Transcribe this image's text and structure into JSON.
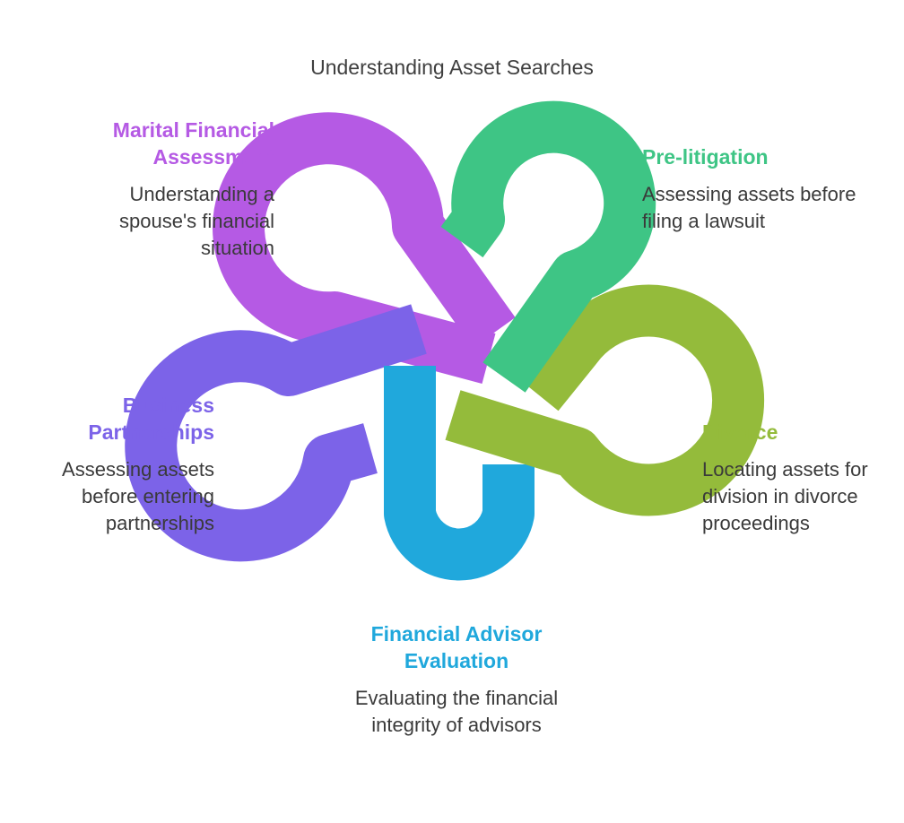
{
  "title": "Understanding Asset Searches",
  "items": [
    {
      "key": "marital",
      "heading": "Marital Financial Assessment",
      "description": "Understanding a spouse's financial situation",
      "color": "#b55ae4"
    },
    {
      "key": "prelit",
      "heading": "Pre-litigation",
      "description": "Assessing assets before filing a lawsuit",
      "color": "#3ec585"
    },
    {
      "key": "divorce",
      "heading": "Divorce",
      "description": "Locating assets for division in divorce proceedings",
      "color": "#94bb3b"
    },
    {
      "key": "advisor",
      "heading": "Financial Advisor Evaluation",
      "description": "Evaluating the financial integrity of advisors",
      "color": "#20a8dc"
    },
    {
      "key": "business",
      "heading": "Business Partnerships",
      "description": "Assessing assets before entering partnerships",
      "color": "#7c63e8"
    }
  ]
}
